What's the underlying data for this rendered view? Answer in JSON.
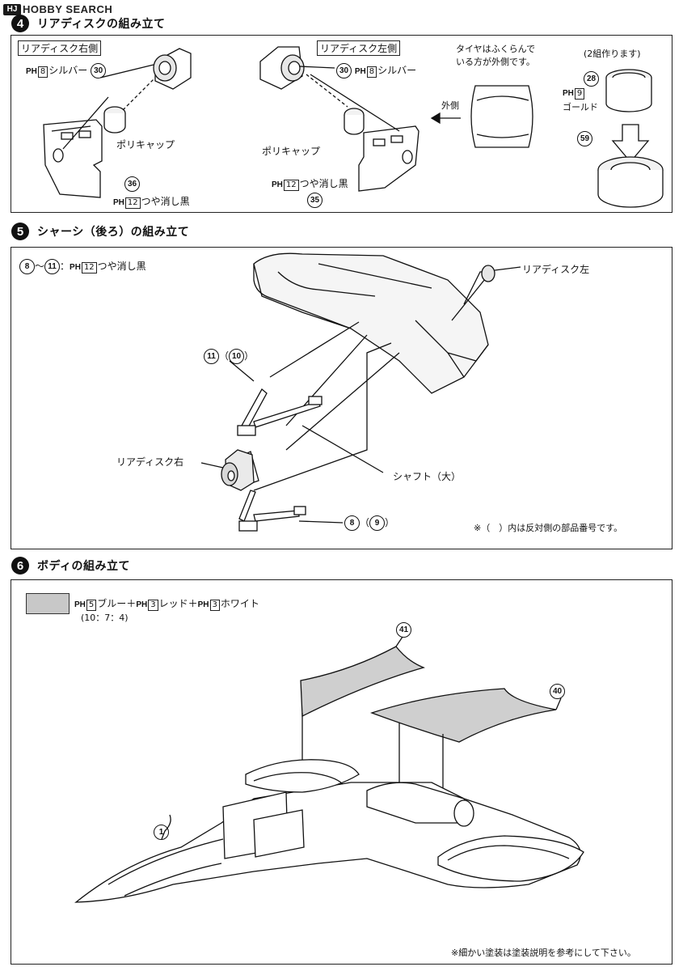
{
  "watermark": {
    "badge": "HJ",
    "text": "HOBBY SEARCH"
  },
  "step4": {
    "num": "4",
    "title": "リアディスクの組み立て",
    "right_label": "リアディスク右側",
    "left_label": "リアディスク左側",
    "silver_r": {
      "code": "8",
      "name": "シルバー",
      "part": "30"
    },
    "silver_l": {
      "code": "8",
      "name": "シルバー",
      "part": "30"
    },
    "polycap_r": "ポリキャップ",
    "polycap_l": "ポリキャップ",
    "flat_black_r": {
      "code": "12",
      "name": "つや消し黒",
      "part": "36"
    },
    "flat_black_l": {
      "code": "12",
      "name": "つや消し黒",
      "part": "35"
    },
    "tire_note_1": "タイヤはふくらんで",
    "tire_note_2": "いる方が外側です。",
    "outside_label": "外側",
    "make_two": "(2組作ります)",
    "gold": {
      "code": "9",
      "name": "ゴールド",
      "part": "28"
    },
    "tire_part": "59"
  },
  "step5": {
    "num": "5",
    "title": "シャーシ（後ろ）の組み立て",
    "paint_note_a": "8",
    "paint_note_tilde": "～",
    "paint_note_b": "11",
    "paint_note_sep": "：",
    "paint_code": "12",
    "paint_name": "つや消し黒",
    "rear_disc_left": "リアディスク左",
    "rear_disc_right": "リアディスク右",
    "part_11": "11",
    "part_10": "10",
    "part_8": "8",
    "part_9": "9",
    "shaft": "シャフト（大）",
    "note": "※（　）内は反対側の部品番号です。"
  },
  "step6": {
    "num": "6",
    "title": "ボディの組み立て",
    "color_mix": {
      "c1_code": "5",
      "c1_name": "ブルー",
      "plus": "＋",
      "c2_code": "3",
      "c2_name": "レッド",
      "c3_code": "3",
      "c3_name": "ホワイト",
      "ratio": "(10：7：4)"
    },
    "part_41": "41",
    "part_40": "40",
    "part_1": "1",
    "footnote": "※細かい塗装は塗装説明を参考にして下さい。"
  },
  "ph_prefix": "PH"
}
